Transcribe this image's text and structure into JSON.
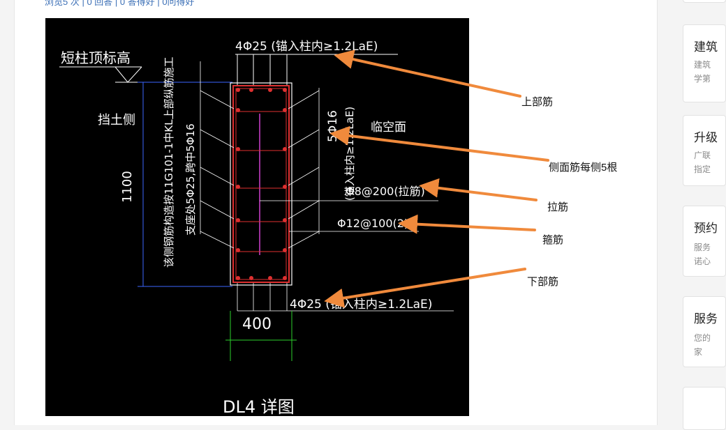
{
  "stats": {
    "text": "浏览5 次 | 0 回答 | 0 答得好 | 0问得好"
  },
  "drawing": {
    "top_bar": "4Φ25 (锚入柱内≥1.2LaE)",
    "short_col": "短柱顶标高",
    "retaining": "挡土侧",
    "height_dim": "1100",
    "vertical_note1": "该侧钢筋构造按11G101-1中KL上部纵筋施工",
    "vertical_note2": "支座处5Φ25,跨中5Φ16",
    "side_bars": "5Φ16",
    "side_anchor": "(锚入柱内≥1.2LaE)",
    "open_face": "临空面",
    "tie": "Φ8@200(拉筋)",
    "stirrup": "Φ12@100(2)",
    "bottom_bar": "4Φ25 (锚入柱内≥1.2LaE)",
    "width_dim": "400",
    "title": "DL4 详图"
  },
  "annotations": {
    "top": "上部筋",
    "side": "侧面筋每侧5根",
    "tie": "拉筋",
    "stirrup": "箍筋",
    "bottom": "下部筋"
  },
  "sidebar": {
    "cards": [
      {
        "title": "建筑",
        "lines": [
          "建筑",
          "学第"
        ]
      },
      {
        "title": "升级",
        "lines": [
          "广联",
          "指定"
        ]
      },
      {
        "title": "预约",
        "lines": [
          "服务",
          "诺心"
        ]
      },
      {
        "title": "服务",
        "lines": [
          "您的",
          "家"
        ]
      }
    ]
  },
  "colors": {
    "arrow": "#f08a3c",
    "link": "#3b6fb6",
    "cad_red": "#e03030",
    "cad_magenta": "#d040d0",
    "cad_blue": "#3b66ff",
    "cad_green": "#2bd12b"
  }
}
